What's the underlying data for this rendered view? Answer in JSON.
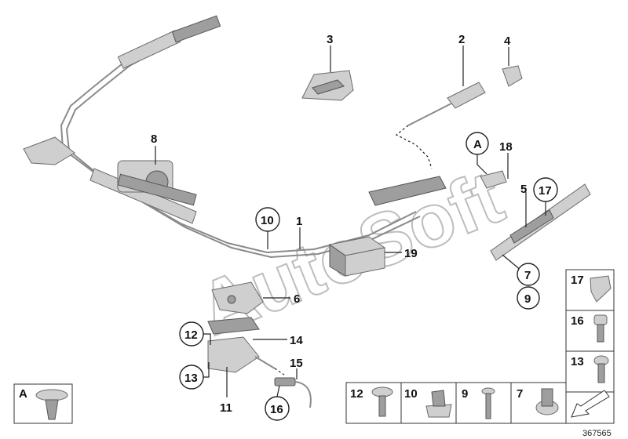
{
  "watermark": "AutoSoft",
  "doc_number": "367565",
  "callouts": {
    "c1": "1",
    "c2": "2",
    "c3": "3",
    "c4": "4",
    "c5": "5",
    "c6": "6",
    "c7": "7",
    "c8": "8",
    "c9": "9",
    "c10": "10",
    "c11": "11",
    "c12": "12",
    "c13": "13",
    "c14": "14",
    "c15": "15",
    "c16": "16",
    "c17": "17",
    "c18": "18",
    "c19": "19",
    "cA": "A"
  },
  "legend": {
    "bottom_row": [
      "12",
      "10",
      "9",
      "7"
    ],
    "right_column": [
      "17",
      "16",
      "13"
    ],
    "detail_a": "A"
  }
}
